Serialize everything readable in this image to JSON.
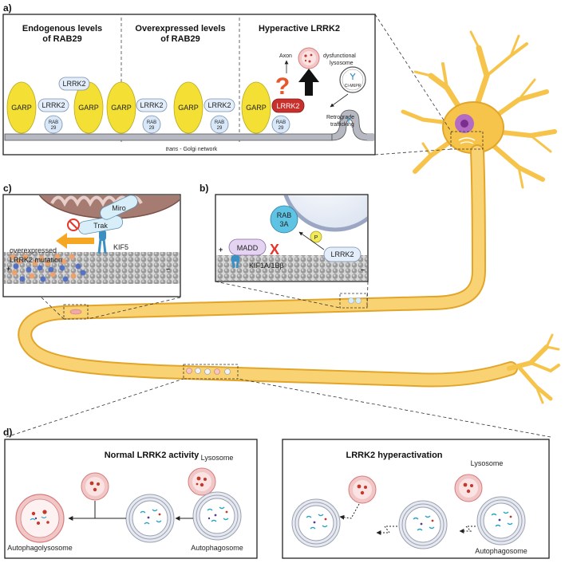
{
  "panel_labels": {
    "a": "a)",
    "b": "b)",
    "c": "c)",
    "d": "d)"
  },
  "panel_a": {
    "col1_title_line1": "Endogenous levels",
    "col1_title_line2": "of RAB29",
    "col2_title_line1": "Overexpressed levels",
    "col2_title_line2": "of RAB29",
    "col3_title": "Hyperactive LRRK2",
    "garp": "GARP",
    "lrrk2": "LRRK2",
    "rab29_line1": "RAB",
    "rab29_line2": "29",
    "axon": "Axon",
    "dysfunctional_line1": "dysfunctional",
    "dysfunctional_line2": "lysosome",
    "ci_m6pr": "CI-M6PR",
    "retrograde_line1": "Retrograde",
    "retrograde_line2": "trafficking",
    "question": "?",
    "tgn_italic": "trans",
    "tgn_rest": " - Golgi network"
  },
  "panel_b": {
    "rab3a_line1": "RAB",
    "rab3a_line2": "3A",
    "p": "P",
    "madd": "MADD",
    "x": "X",
    "lrrk2": "LRRK2",
    "motor": "KIF1A/1Bβ",
    "plus": "+",
    "minus": "–"
  },
  "panel_c": {
    "miro": "Miro",
    "trak": "Trak",
    "motor": "KIF5",
    "mutation_line1": "overexpressed",
    "mutation_line2": "LRRK2 mutation",
    "plus": "+",
    "minus": "–"
  },
  "panel_d": {
    "left_title": "Normal LRRK2 activity",
    "right_title": "LRRK2 hyperactivation",
    "lysosome": "Lysosome",
    "autophagosome": "Autophagosome",
    "autophagolysosome": "Autophagolysosome"
  },
  "colors": {
    "neuron": "#f6c44a",
    "neuron_outline": "#e2a52a",
    "garp": "#f4e034",
    "lrrk2_fill": "#e3eefa",
    "lrrk2_hyper": "#c9302c",
    "rab": "#d8e8f8",
    "rab3a": "#5fc3e4",
    "madd": "#e5d3f2",
    "phosphate": "#f2ea5a",
    "lysosome": "#f0c6c6",
    "lysosome_outline": "#d97b7b",
    "autophagosome": "#b5bccb",
    "membrane": "#b6b9c2",
    "red_x": "#e8342a",
    "question": "#e8562a",
    "nucleus": "#7a2f8f",
    "arrow_orange": "#f5a623"
  }
}
